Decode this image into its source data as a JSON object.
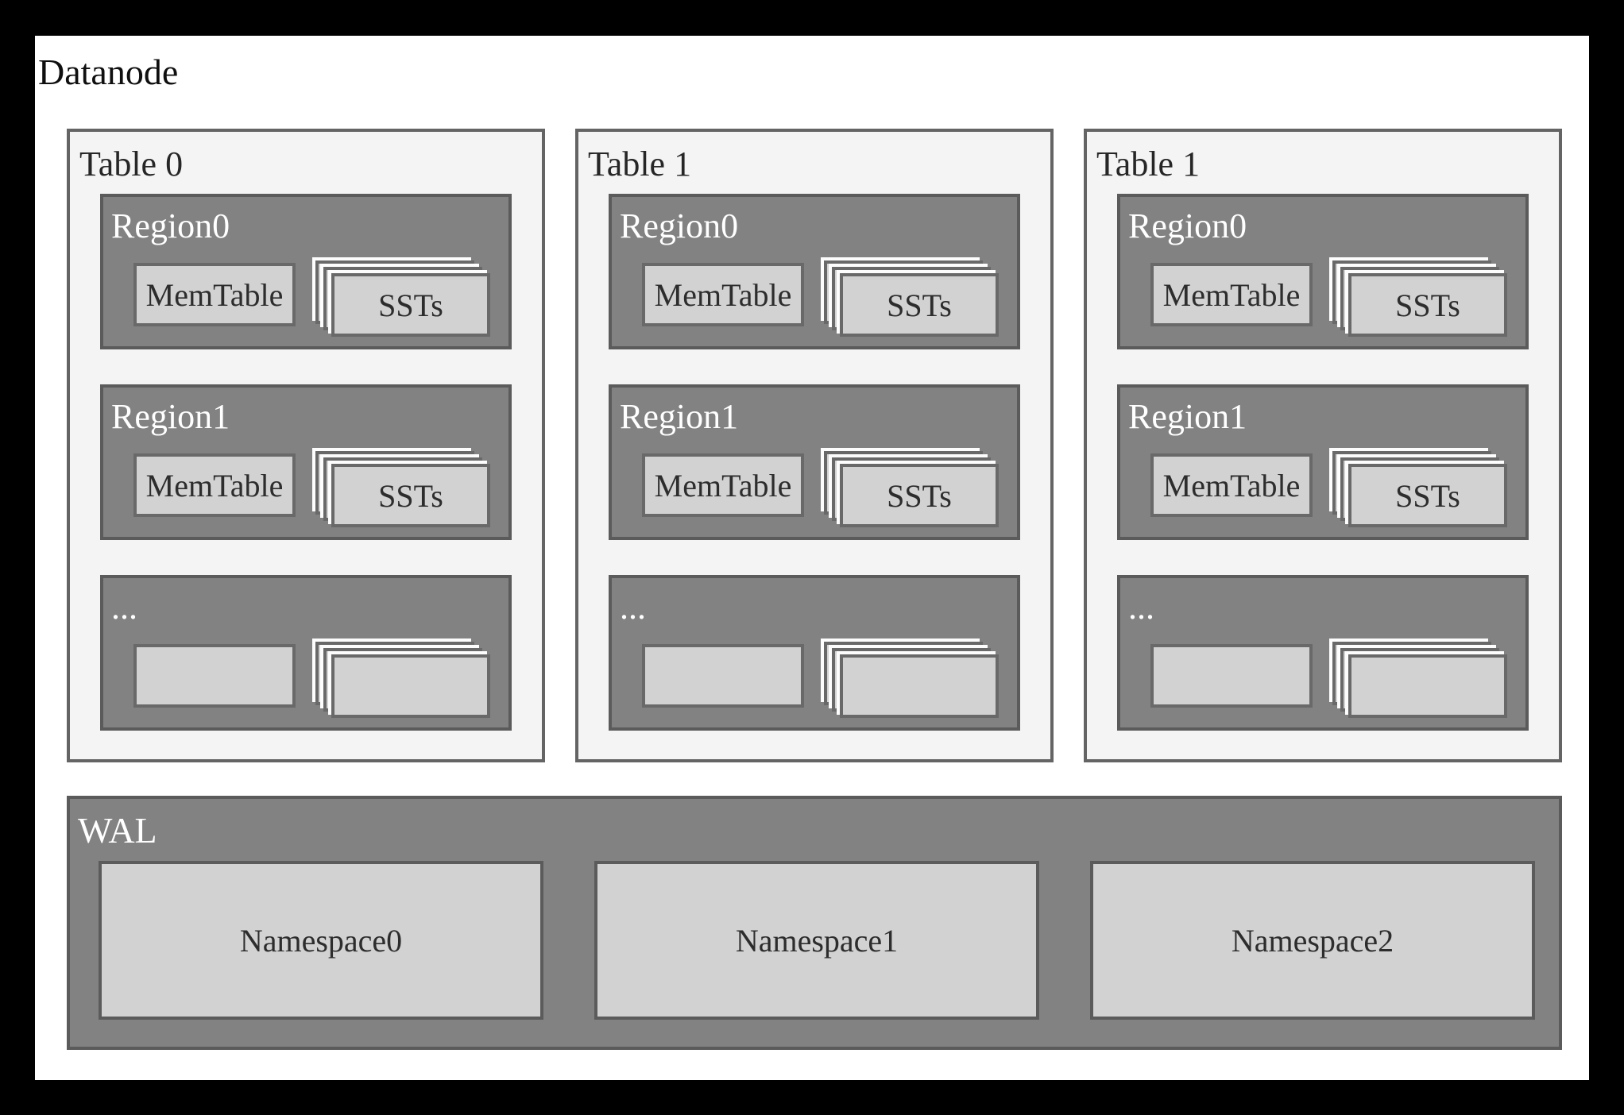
{
  "title": "Datanode",
  "colors": {
    "frame": "#000000",
    "page": "#ffffff",
    "table_fill": "#f4f4f4",
    "table_border": "#646464",
    "region_fill": "#828282",
    "region_border": "#5b5b5b",
    "inner_box_fill": "#d2d2d2",
    "inner_box_border": "#696969",
    "stack_gap": "#fdfdfd",
    "label_on_dark": "#ffffff",
    "label_on_light": "#262626"
  },
  "tables": [
    {
      "label": "Table 0",
      "regions": [
        {
          "label": "Region0",
          "memtable": "MemTable",
          "ssts": "SSTs"
        },
        {
          "label": "Region1",
          "memtable": "MemTable",
          "ssts": "SSTs"
        },
        {
          "label": "...",
          "memtable": "",
          "ssts": ""
        }
      ]
    },
    {
      "label": "Table 1",
      "regions": [
        {
          "label": "Region0",
          "memtable": "MemTable",
          "ssts": "SSTs"
        },
        {
          "label": "Region1",
          "memtable": "MemTable",
          "ssts": "SSTs"
        },
        {
          "label": "...",
          "memtable": "",
          "ssts": ""
        }
      ]
    },
    {
      "label": "Table 1",
      "regions": [
        {
          "label": "Region0",
          "memtable": "MemTable",
          "ssts": "SSTs"
        },
        {
          "label": "Region1",
          "memtable": "MemTable",
          "ssts": "SSTs"
        },
        {
          "label": "...",
          "memtable": "",
          "ssts": ""
        }
      ]
    }
  ],
  "wal": {
    "label": "WAL",
    "namespaces": [
      {
        "label": "Namespace0"
      },
      {
        "label": "Namespace1"
      },
      {
        "label": "Namespace2"
      }
    ]
  }
}
